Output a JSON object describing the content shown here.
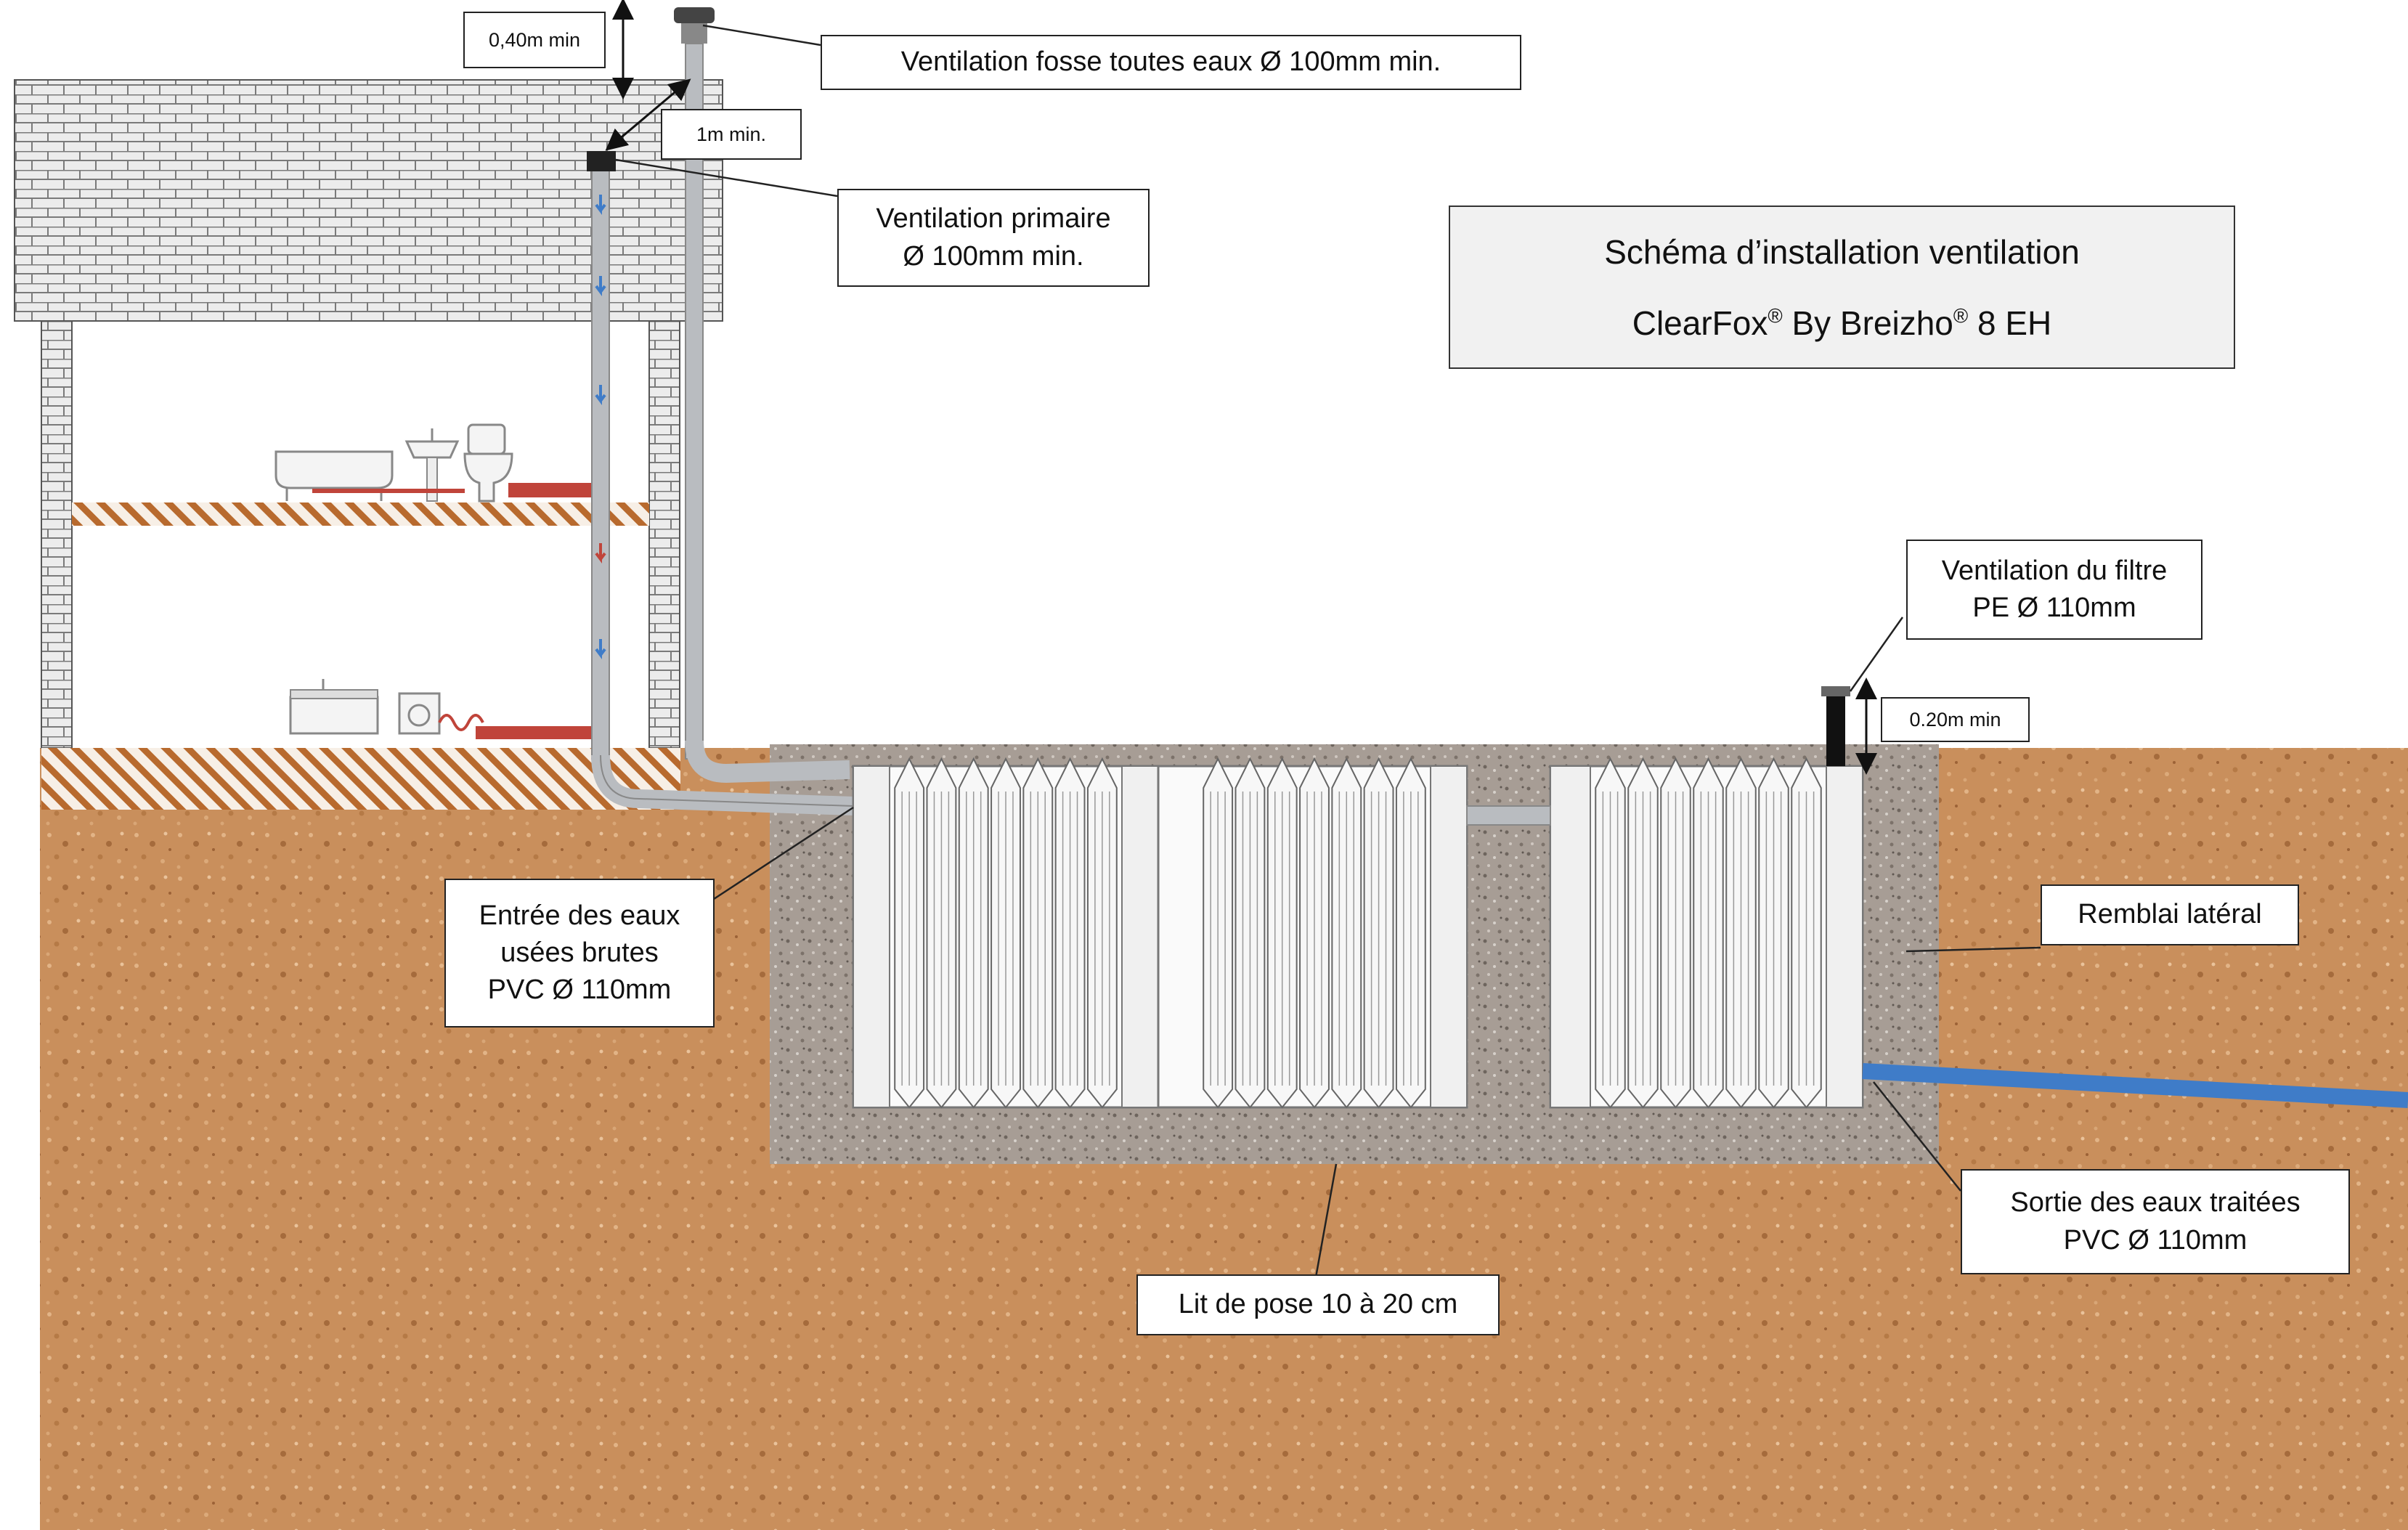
{
  "title": {
    "line1": "Schéma d’installation ventilation",
    "brand1": "ClearFox",
    "reg": "®",
    "mid": " By Breizho",
    "tail": " 8 EH"
  },
  "labels": {
    "vent_fosse": "Ventilation fosse toutes eaux Ø 100mm min.",
    "height_040": "0,40m min",
    "dist_1m": "1m min.",
    "vent_primaire_1": "Ventilation primaire",
    "vent_primaire_2": "Ø 100mm min.",
    "vent_filtre_1": "Ventilation du filtre",
    "vent_filtre_2": "PE Ø 110mm",
    "height_020": "0.20m min",
    "entree_1": "Entrée des eaux",
    "entree_2": "usées brutes",
    "entree_3": "PVC Ø 110mm",
    "remblai": "Remblai latéral",
    "sortie_1": "Sortie des eaux traitées",
    "sortie_2": "PVC Ø 110mm",
    "lit_pose": "Lit de pose 10 à 20 cm"
  },
  "colors": {
    "soil": "#c98f5c",
    "gravel": "#a49a92",
    "brick": "#e4e4e4",
    "pipe": "#b9bcc0",
    "waste_pipe": "#c0443a",
    "outlet_pipe": "#3f7cc8",
    "floor_hatch": "#b86a2e"
  }
}
